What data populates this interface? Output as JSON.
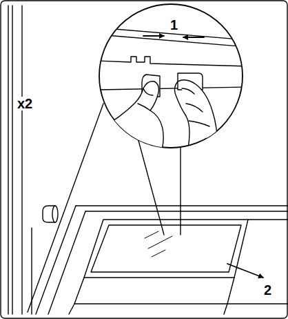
{
  "diagram": {
    "labels": [
      "1",
      "x2",
      "2"
    ]
  }
}
